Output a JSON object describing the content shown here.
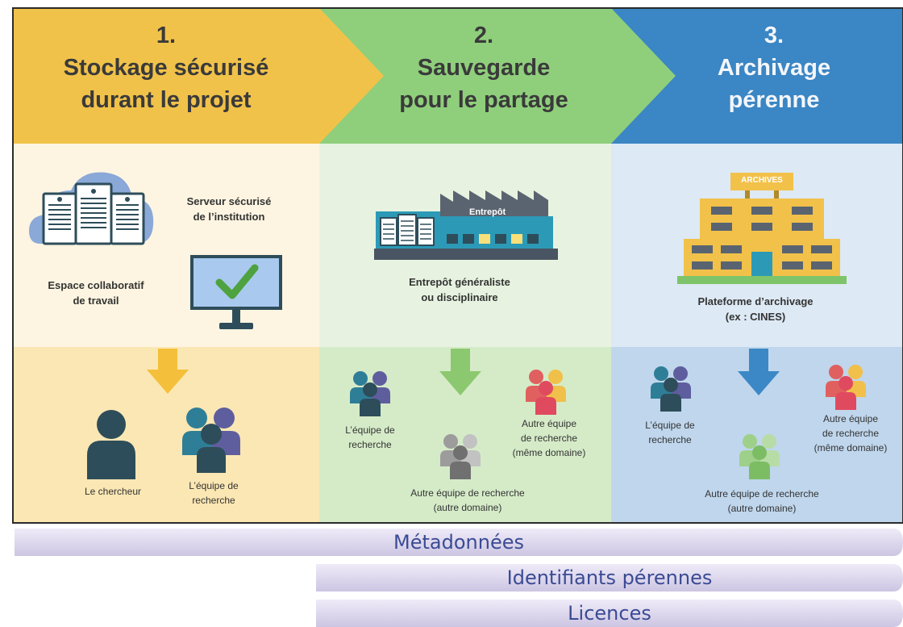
{
  "colors": {
    "stage1": "#f1c24a",
    "stage2": "#8fcf7c",
    "stage3": "#3b86c4",
    "teal": "#2e4d5a",
    "people_purple": "#5e5e9e",
    "people_red": "#e04a5f",
    "people_gray": "#8a8a8a",
    "people_green": "#8cc37a",
    "metadata_bar": "#d8d2ea"
  },
  "stages": [
    {
      "number": "1.",
      "title_line1": "Stockage sécurisé",
      "title_line2": "durant le projet",
      "server_label_line1": "Serveur sécurisé",
      "server_label_line2": "de l’institution",
      "space_label_line1": "Espace collaboratif",
      "space_label_line2": "de travail",
      "researcher_label": "Le chercheur",
      "team_label_line1": "L’équipe de",
      "team_label_line2": "recherche",
      "icons": [
        "cloud-server-icon",
        "monitor-check-icon",
        "down-arrow-icon",
        "person-icon",
        "team-icon"
      ]
    },
    {
      "number": "2.",
      "title_line1": "Sauvegarde",
      "title_line2": "pour le partage",
      "building_sign": "Entrepôt",
      "place_label_line1": "Entrepôt généraliste",
      "place_label_line2": "ou disciplinaire",
      "team_label_line1": "L’équipe de",
      "team_label_line2": "recherche",
      "other_same_line1": "Autre équipe",
      "other_same_line2": "de recherche",
      "other_same_line3": "(même domaine)",
      "other_diff_line1": "Autre équipe de recherche",
      "other_diff_line2": "(autre domaine)",
      "icons": [
        "warehouse-icon",
        "down-arrow-icon",
        "team-icon"
      ]
    },
    {
      "number": "3.",
      "title_line1": "Archivage",
      "title_line2": "pérenne",
      "building_sign": "ARCHIVES",
      "place_label_line1": "Plateforme d’archivage",
      "place_label_line2": "(ex : CINES)",
      "team_label_line1": "L’équipe de",
      "team_label_line2": "recherche",
      "other_same_line1": "Autre équipe",
      "other_same_line2": "de recherche",
      "other_same_line3": "(même domaine)",
      "other_diff_line1": "Autre équipe de recherche",
      "other_diff_line2": "(autre domaine)",
      "icons": [
        "archives-building-icon",
        "down-arrow-icon",
        "team-icon"
      ]
    }
  ],
  "bars": {
    "metadata": "Métadonnées",
    "identifiers": "Identifiants pérennes",
    "licences": "Licences"
  }
}
